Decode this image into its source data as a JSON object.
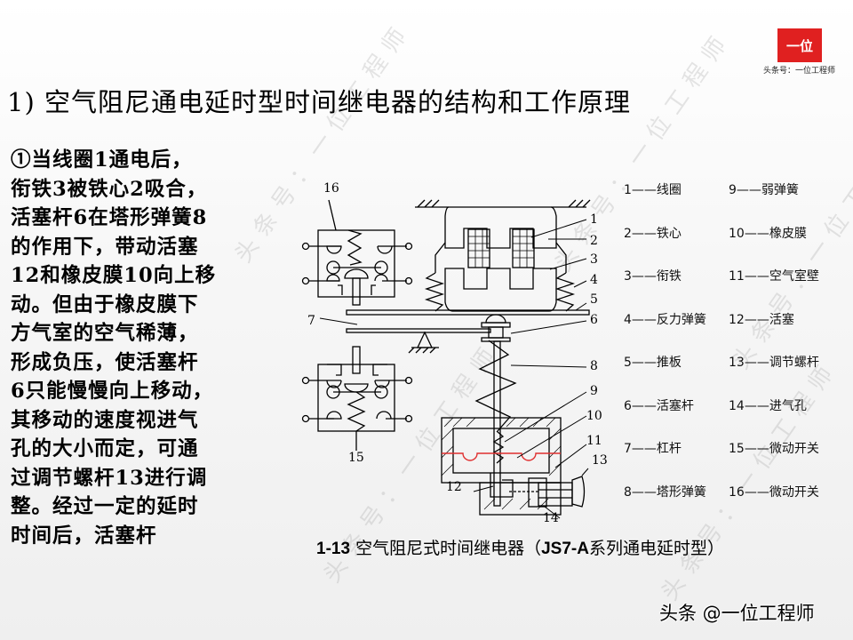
{
  "watermark": {
    "text": "头条号：一位工程师"
  },
  "brand": {
    "logo_text": "一位",
    "logo_color": "#e02020",
    "logo_subtitle": "头条号：一位工程师"
  },
  "page": {
    "title": "1) 空气阻尼通电延时型时间继电器的结构和工作原理",
    "body_lines": [
      "①当线圈1通电后，",
      "衔铁3被铁心2吸合，",
      "活塞杆6在塔形弹簧8",
      "的作用下，带动活塞",
      "12和橡皮膜10向上移",
      "动。但由于橡皮膜下",
      "方气室的空气稀薄，",
      "形成负压，使活塞杆",
      "6只能慢慢向上移动，",
      "其移动的速度视进气",
      "孔的大小而定，可通",
      "过调节螺杆13进行调",
      "整。经过一定的延时",
      "时间后，活塞杆"
    ]
  },
  "diagram": {
    "labels": [
      "1",
      "2",
      "3",
      "4",
      "5",
      "6",
      "7",
      "8",
      "9",
      "10",
      "11",
      "12",
      "13",
      "14",
      "15",
      "16"
    ],
    "membrane_color": "#e03030"
  },
  "legend": {
    "left": [
      "1——线圈",
      "2——铁心",
      "3——衔铁",
      "4——反力弹簧",
      "5——推板",
      "6——活塞杆",
      "7——杠杆",
      "8——塔形弹簧"
    ],
    "right": [
      "9——弱弹簧",
      "10——橡皮膜",
      "11——空气室壁",
      "12——活塞",
      "13——调节螺杆",
      "14——进气孔",
      "15——微动开关",
      "16——微动开关"
    ]
  },
  "caption": {
    "figure_no": "1-13",
    "text_a": " 空气阻尼式时间继电器（",
    "model": "JS7-A",
    "text_b": "系列通电延时型）"
  },
  "footer": {
    "text": "头条 @一位工程师"
  }
}
